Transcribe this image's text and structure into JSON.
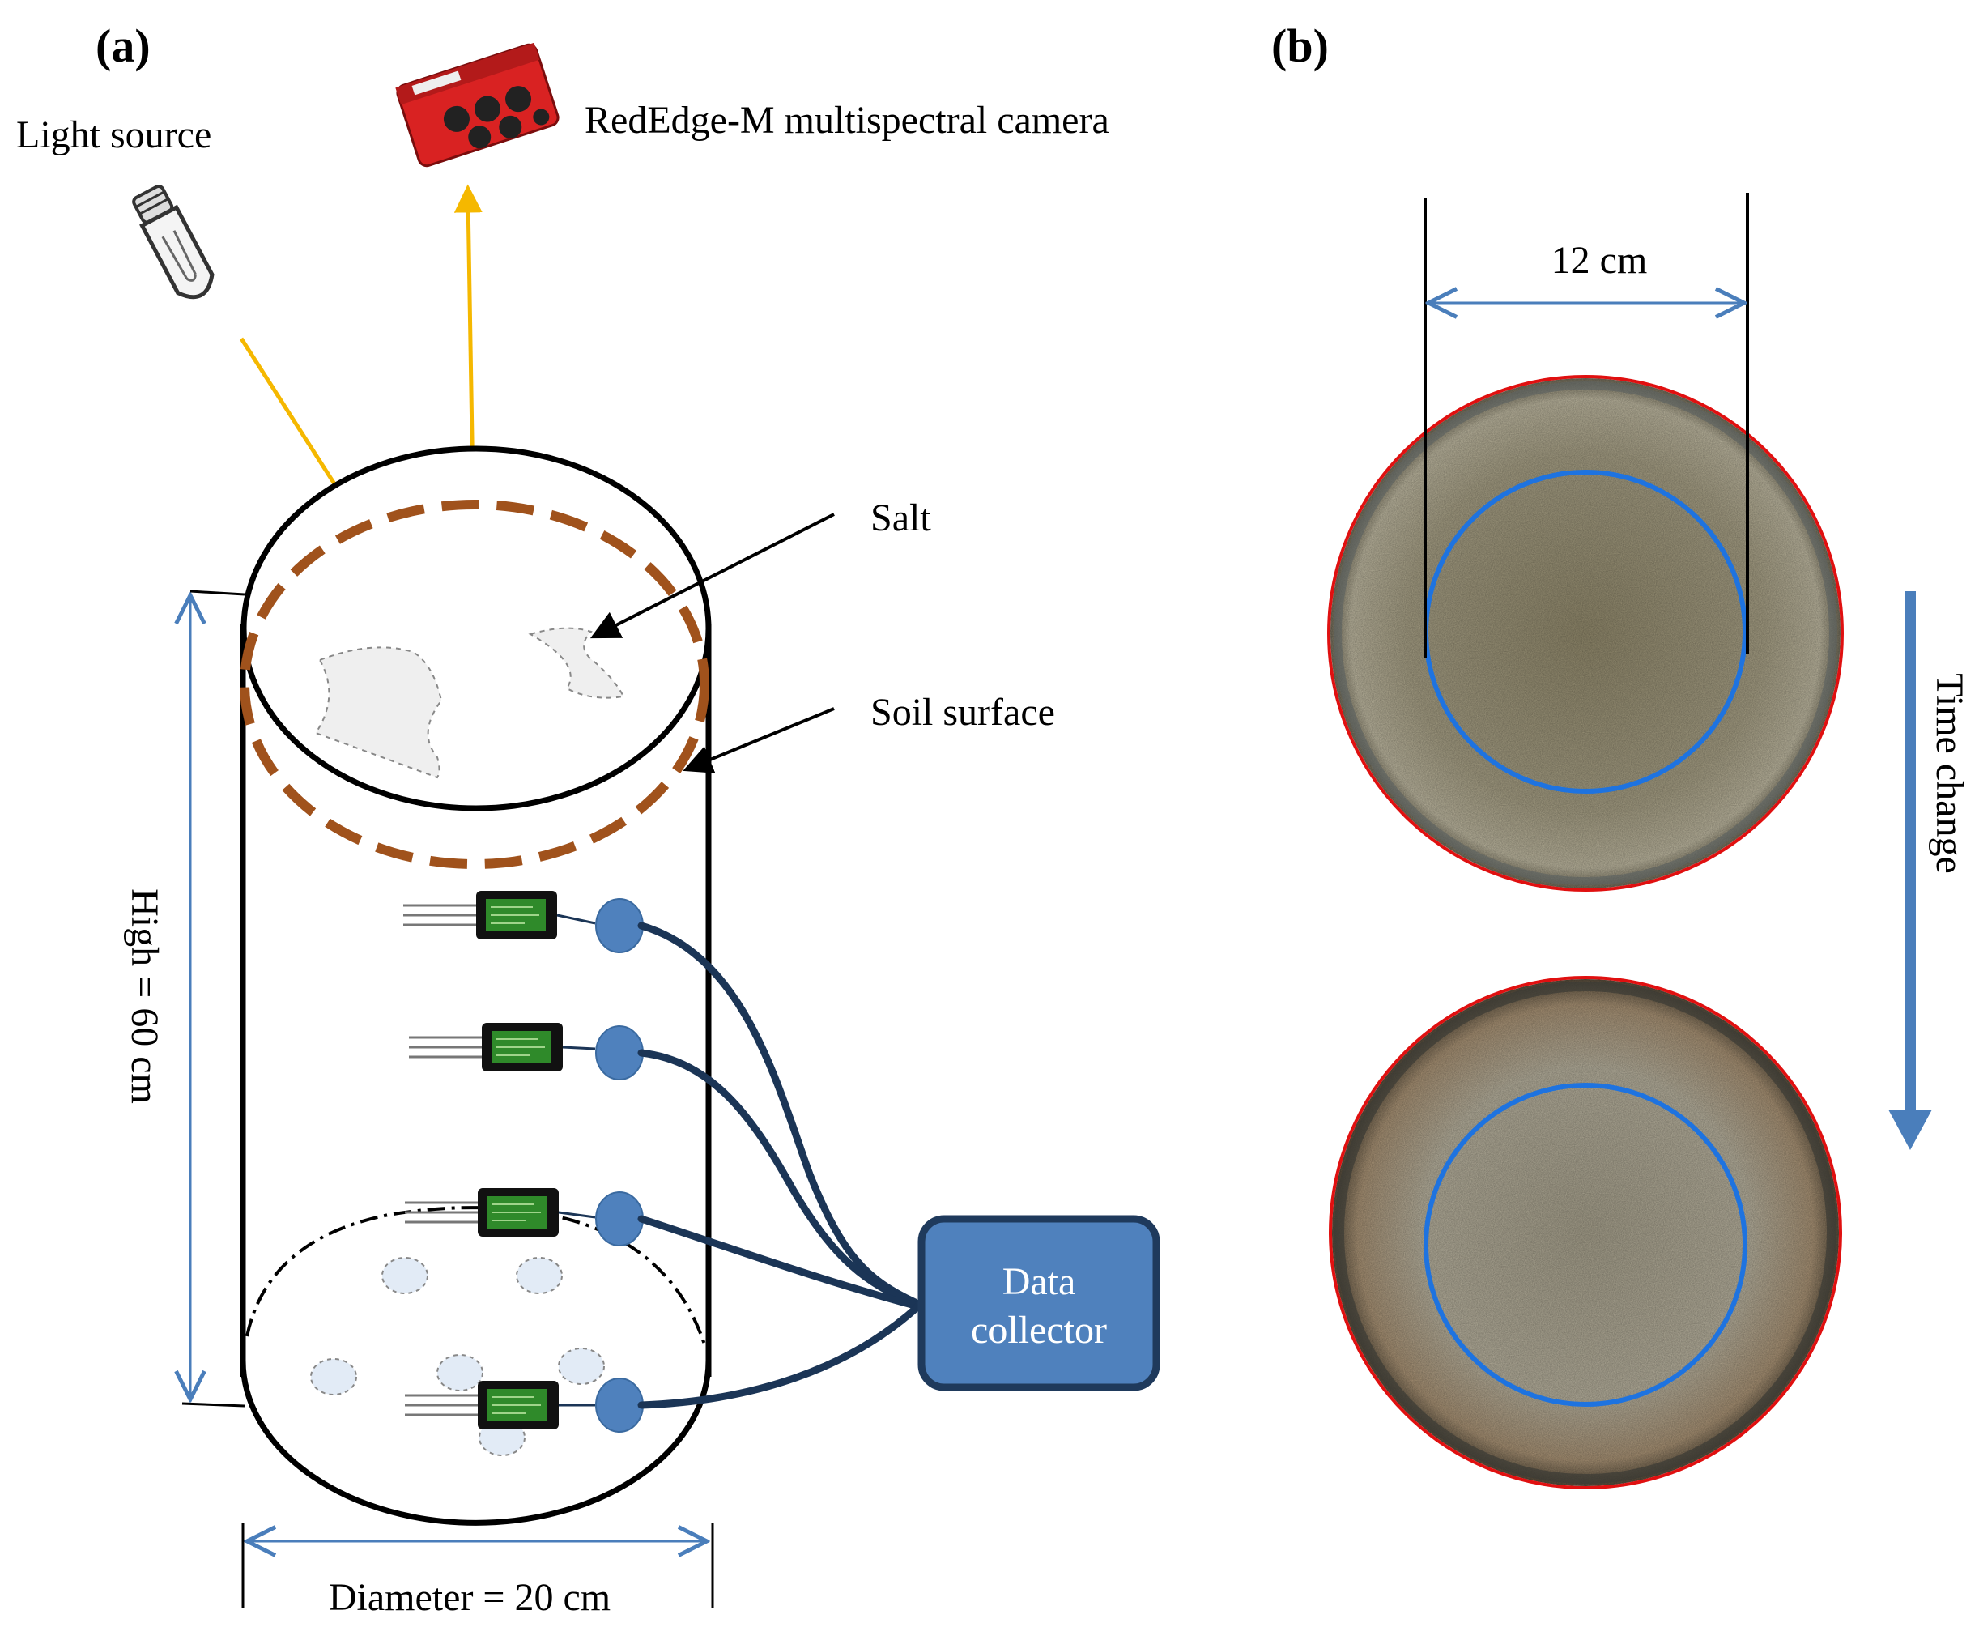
{
  "panel_a": {
    "label": "(a)",
    "light_source": "Light source",
    "camera": "RedEdge-M multispectral camera",
    "salt": "Salt",
    "soil_surface": "Soil surface",
    "height": "High = 60 cm",
    "diameter": "Diameter = 20 cm",
    "collector_line1": "Data",
    "collector_line2": "collector"
  },
  "panel_b": {
    "label": "(b)",
    "width_label": "12 cm",
    "time_label": "Time change"
  },
  "colors": {
    "light_ray": "#f5b800",
    "soil_ring": "#a0521c",
    "dimension": "#4a7ebb",
    "cable": "#1b3556",
    "collector_fill": "#4f81bd",
    "collector_border": "#1f3a5c",
    "sample_ring": "#e01010",
    "roi_circle": "#1e73e0",
    "time_arrow": "#4a7ebb"
  },
  "icons": [
    "bulb-icon",
    "camera-icon",
    "sensor-icon"
  ]
}
